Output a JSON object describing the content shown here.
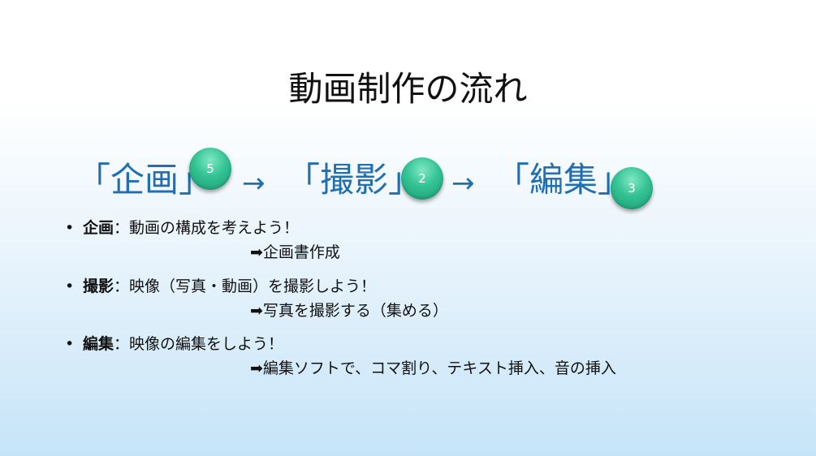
{
  "slide": {
    "title": "動画制作の流れ",
    "flow": [
      {
        "label": "「企画」",
        "badge": "5"
      },
      {
        "label": "「撮影」",
        "badge": "2"
      },
      {
        "label": "「編集」",
        "badge": "3"
      }
    ],
    "arrow": "→",
    "bullets": [
      {
        "marker": "•",
        "term": "企画",
        "text": "：動画の構成を考えよう！",
        "sub": "➡企画書作成"
      },
      {
        "marker": "•",
        "term": "撮影",
        "text": "：映像（写真・動画）を撮影しよう！",
        "sub": "➡写真を撮影する（集める）"
      },
      {
        "marker": "•",
        "term": "編集",
        "text": "：映像の編集をしよう！",
        "sub": "➡編集ソフトで、コマ割り、テキスト挿入、音の挿入"
      }
    ]
  }
}
